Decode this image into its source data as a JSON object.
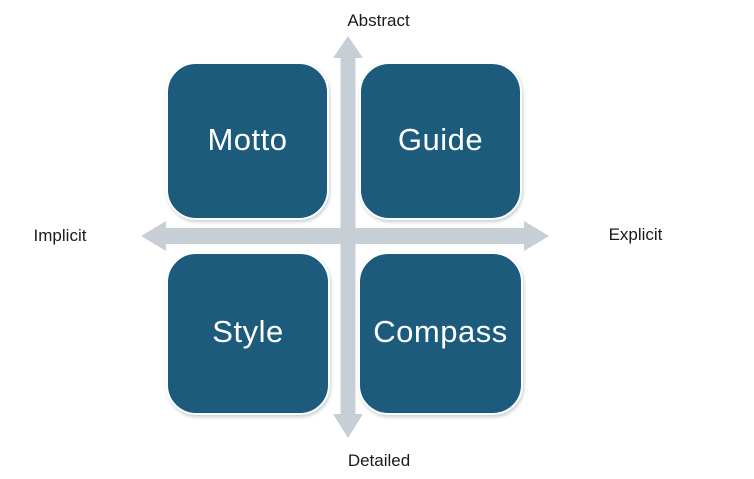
{
  "diagram": {
    "type": "quadrant-matrix",
    "axes": {
      "vertical": {
        "top_label": "Abstract",
        "bottom_label": "Detailed"
      },
      "horizontal": {
        "left_label": "Implicit",
        "right_label": "Explicit"
      }
    },
    "quadrants": [
      {
        "position": "top-left",
        "label": "Motto"
      },
      {
        "position": "top-right",
        "label": "Guide"
      },
      {
        "position": "bottom-left",
        "label": "Style"
      },
      {
        "position": "bottom-right",
        "label": "Compass"
      }
    ],
    "colors": {
      "quadrant_fill": "#1D5B7D",
      "quadrant_border": "#FFFFFF",
      "quadrant_text": "#FFFFFF",
      "arrow": "#C8CED6",
      "axis_label_text": "#1A1A1A",
      "axis_label_bg": "#FFFFFF",
      "background": "#FFFFFF"
    }
  }
}
